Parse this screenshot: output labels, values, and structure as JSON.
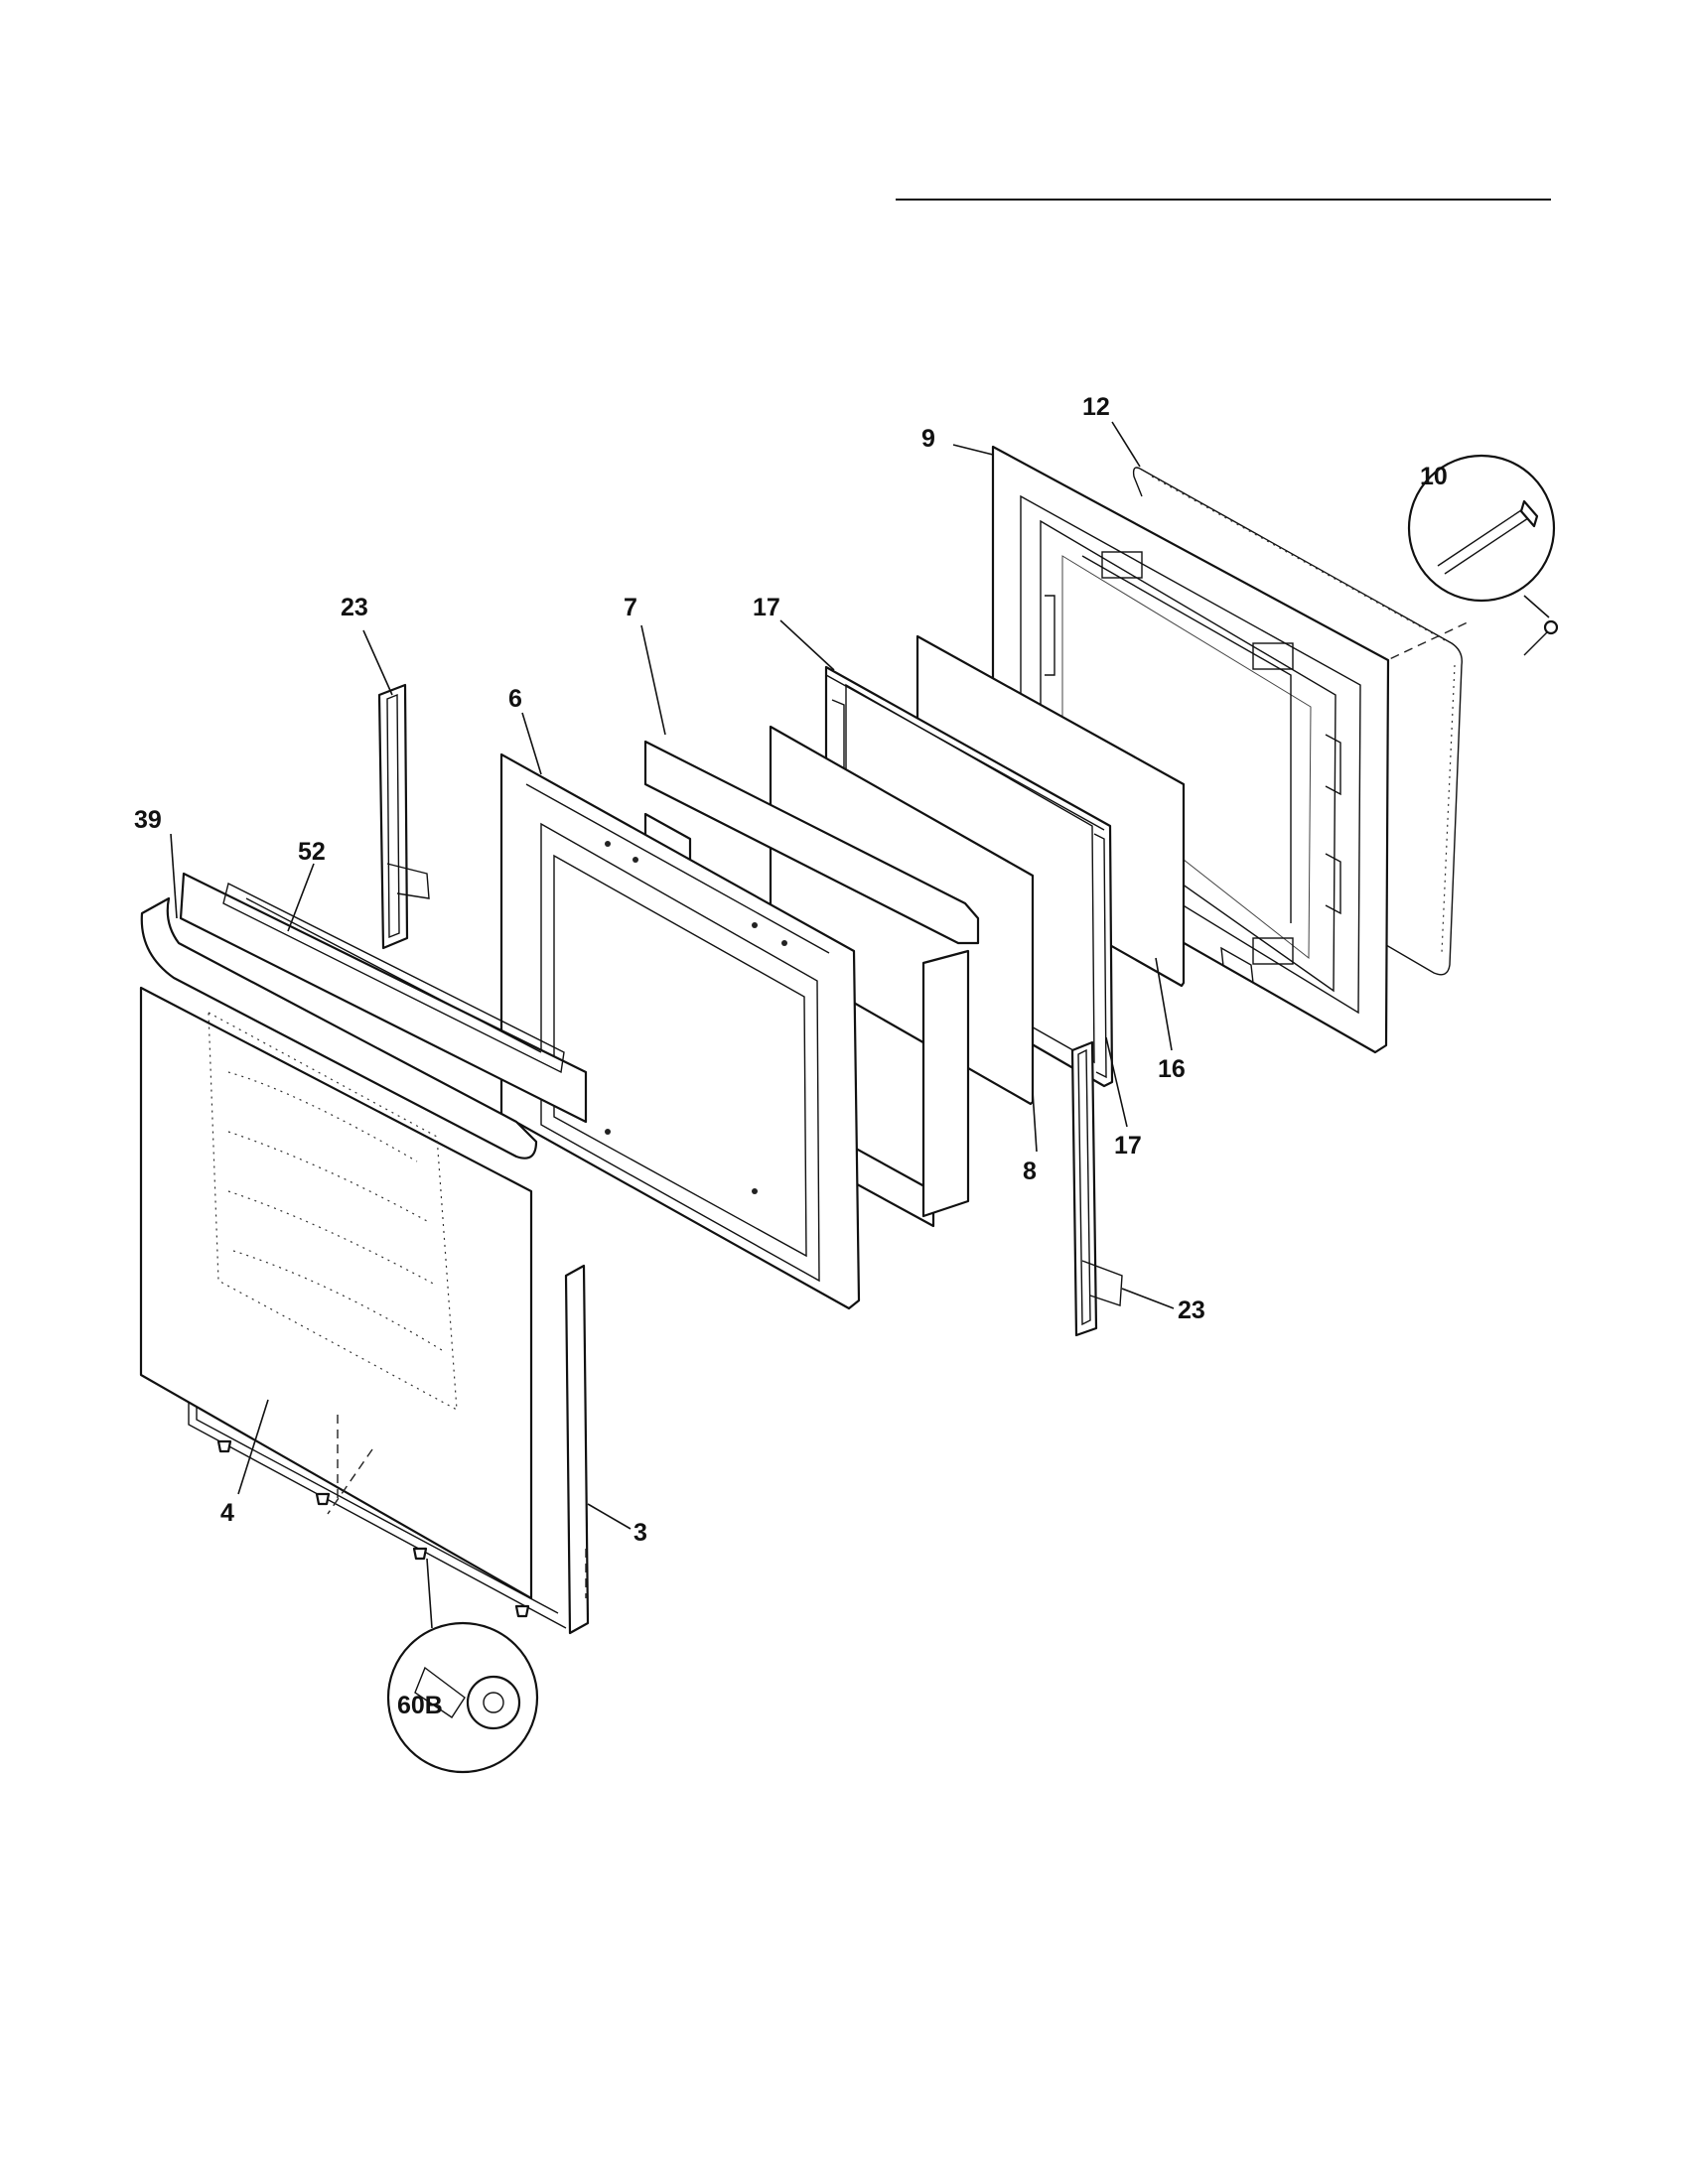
{
  "labels": {
    "p9": "9",
    "p12": "12",
    "p10": "10",
    "p23_top": "23",
    "p7": "7",
    "p17_top": "17",
    "p6": "6",
    "p39": "39",
    "p52": "52",
    "p16": "16",
    "p17_bottom": "17",
    "p8": "8",
    "p23_bottom": "23",
    "p4": "4",
    "p3": "3",
    "p60b": "60B"
  }
}
